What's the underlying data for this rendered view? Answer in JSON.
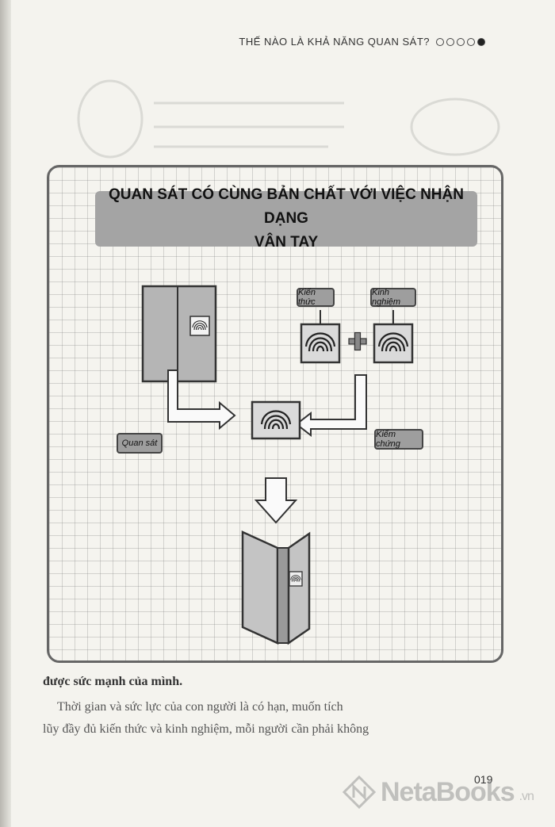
{
  "running_head": {
    "title": "THẾ NÀO LÀ KHẢ NĂNG QUAN SÁT?",
    "progress_dots": [
      false,
      false,
      false,
      false,
      true
    ]
  },
  "diagram": {
    "title_line1": "QUAN SÁT CÓ CÙNG BẢN CHẤT VỚI VIỆC NHẬN DẠNG",
    "title_line2": "VÂN TAY",
    "labels": {
      "knowledge": "Kiến thức",
      "experience": "Kinh nghiệm",
      "observe": "Quan sát",
      "verify": "Kiểm chứng"
    }
  },
  "body": {
    "bold_line": "được sức mạnh của mình.",
    "para_line1": "Thời gian và sức lực của con người là có hạn, muốn tích",
    "para_line2": "lũy đầy đủ kiến thức và kinh nghiệm, mỗi người cần phải không"
  },
  "page_number": "019",
  "watermark": {
    "brand": "NetaBooks",
    "suffix": ".vn"
  }
}
